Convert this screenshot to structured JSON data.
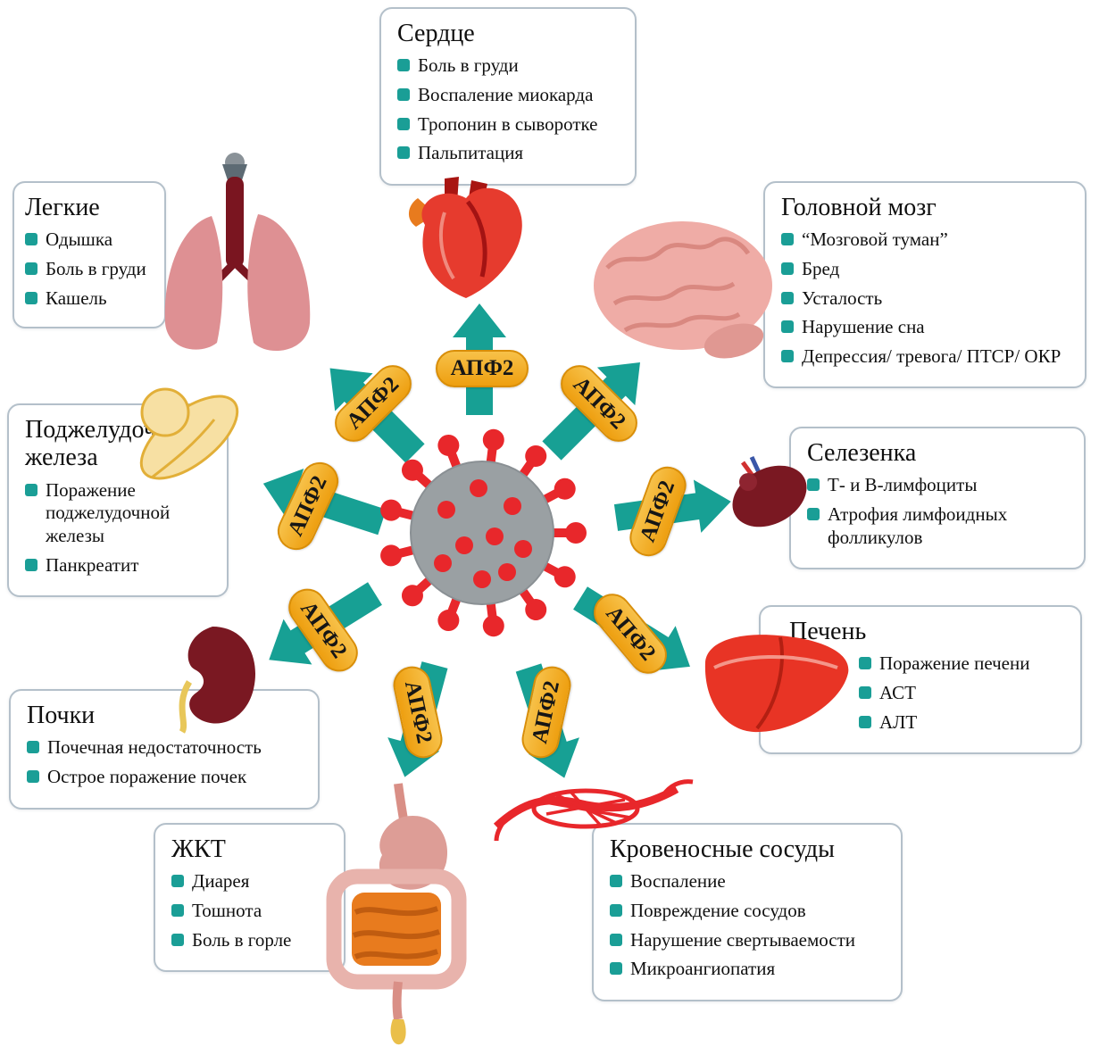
{
  "diagram": {
    "ace2_label": "АПФ2",
    "colors": {
      "arrow_teal": "#17a094",
      "bullet_teal": "#1a9e96",
      "pill_yellow": "#f2a71b",
      "virus_red": "#e8272b",
      "virus_body_gray": "#9aa0a3",
      "box_border": "#b4c0ca"
    },
    "icons": {
      "bullet": "teal-square",
      "virus": "coronavirus",
      "arrow": "teal-block-arrow"
    },
    "panels": {
      "heart": {
        "title": "Сердце",
        "items": [
          "Боль в груди",
          "Воспаление миокарда",
          "Тропонин в сыворотке",
          "Пальпитация"
        ]
      },
      "lungs": {
        "title": "Легкие",
        "items": [
          "Одышка",
          "Боль в груди",
          "Кашель"
        ]
      },
      "brain": {
        "title": "Головной мозг",
        "items": [
          "“Мозговой туман”",
          "Бред",
          "Усталость",
          "Нарушение сна",
          "Депрессия/ тревога/ ПТСР/ ОКР"
        ]
      },
      "pancreas": {
        "title": "Поджелудочная железа",
        "items": [
          "Поражение поджелудочной железы",
          "Панкреатит"
        ]
      },
      "spleen": {
        "title": "Селезенка",
        "items": [
          "Т- и В-лимфоциты",
          "Атрофия лимфоидных фолликулов"
        ]
      },
      "kidneys": {
        "title": "Почки",
        "items": [
          "Почечная недостаточность",
          "Острое поражение почек"
        ]
      },
      "liver": {
        "title": "Печень",
        "items": [
          "Поражение печени",
          "АСТ",
          "АЛТ"
        ]
      },
      "gi": {
        "title": "ЖКТ",
        "items": [
          "Диарея",
          "Тошнота",
          "Боль в горле"
        ]
      },
      "vessels": {
        "title": "Кровеносные сосуды",
        "items": [
          "Воспаление",
          "Повреждение сосудов",
          "Нарушение свертываемости",
          "Микроангиопатия"
        ]
      }
    }
  }
}
